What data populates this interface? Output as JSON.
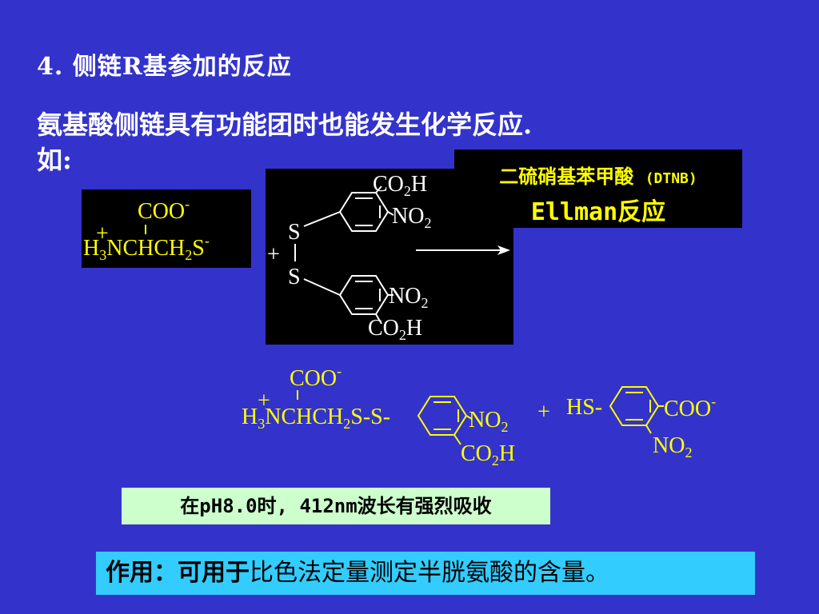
{
  "slide": {
    "title": "4. 侧链R基参加的反应",
    "intro_line1": "氨基酸侧链具有功能团时也能发生化学反应.",
    "intro_line2": "如:"
  },
  "reagent_box": {
    "name": "二硫硝基苯甲酸",
    "abbr": "(DTNB)",
    "reaction_name": "Ellman反应"
  },
  "cysteine": {
    "carboxylate": "COO",
    "charge_neg": "-",
    "charge_pos": "+",
    "h3": "H",
    "sub3": "3",
    "backbone": "NCHCH",
    "sub2": "2",
    "thiolate": "S"
  },
  "dtnb_structure": {
    "co2h": "CO",
    "co2h_sub": "2",
    "h": "H",
    "no2": "NO",
    "no2_sub": "2",
    "sulfur": "S",
    "plus": "+"
  },
  "product": {
    "coo": "COO",
    "neg": "-",
    "pos": "+",
    "h": "H",
    "sub3": "3",
    "chain": "NCHCH",
    "sub2": "2",
    "disulfide": "S-S-",
    "no2": "NO",
    "no2_sub": "2",
    "co2h": "CO",
    "co2h_sub": "2",
    "co2h_h": "H",
    "plus": "+",
    "hs": "HS-",
    "coo2": "COO",
    "neg2": "-",
    "no2b": "NO",
    "no2b_sub": "2"
  },
  "note": "在pH8.0时, 412nm波长有强烈吸收",
  "usage": {
    "head": "作用：可用于",
    "body": "比色法定量测定半胱氨酸的含量。"
  },
  "colors": {
    "background": "#3333cc",
    "chem_text": "#ffff00",
    "note_bg": "#ccffcc",
    "usage_bg": "#33ccff"
  }
}
